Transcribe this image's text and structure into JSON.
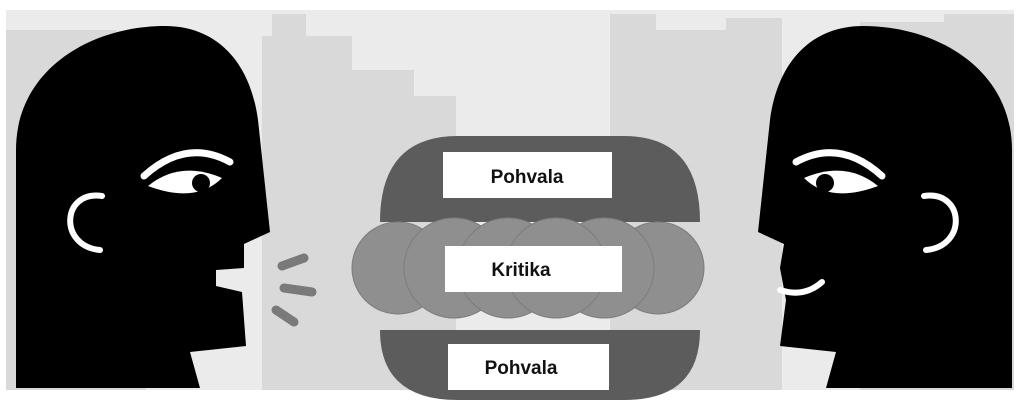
{
  "diagram": {
    "sandwich": {
      "top_bun_label": "Pohvala",
      "filling_label": "Kritika",
      "bottom_bun_label": "Pohvala"
    }
  },
  "colors": {
    "background": "#ebebeb",
    "skyline": "#d8d8d8",
    "head": "#000000",
    "bun": "#5c5c5c",
    "filling": "#8f8f8f",
    "label_box": "#ffffff",
    "speech_marks": "#7a7a7a"
  },
  "icons": {
    "left_person": "speaking-head-icon",
    "right_person": "listening-smiling-head-icon",
    "center": "feedback-sandwich-icon"
  }
}
